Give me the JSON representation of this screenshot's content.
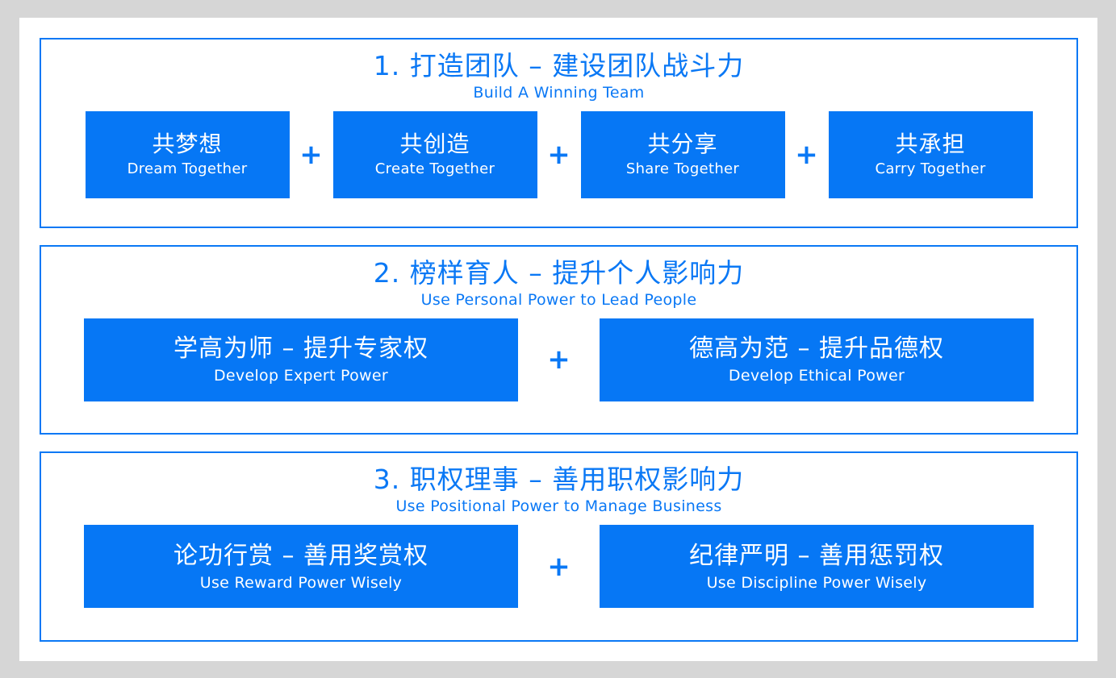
{
  "canvas": {
    "background_color": "#d6d6d6",
    "slide_background_color": "#ffffff",
    "accent_color": "#0a78f5",
    "box_fill_color": "#0677f5",
    "box_text_color": "#ffffff"
  },
  "sections": [
    {
      "title_cn": "1. 打造团队 – 建设团队战斗力",
      "title_en": "Build A Winning Team",
      "layout": "four",
      "items": [
        {
          "cn": "共梦想",
          "en": "Dream Together"
        },
        {
          "cn": "共创造",
          "en": "Create Together"
        },
        {
          "cn": "共分享",
          "en": "Share Together"
        },
        {
          "cn": "共承担",
          "en": "Carry Together"
        }
      ],
      "separators": [
        "+",
        "+",
        "+"
      ]
    },
    {
      "title_cn": "2. 榜样育人 – 提升个人影响力",
      "title_en": "Use Personal Power to Lead People",
      "layout": "two",
      "items": [
        {
          "cn": "学高为师 – 提升专家权",
          "en": "Develop Expert Power"
        },
        {
          "cn": "德高为范 – 提升品德权",
          "en": "Develop Ethical Power"
        }
      ],
      "separators": [
        "+"
      ]
    },
    {
      "title_cn": "3. 职权理事 – 善用职权影响力",
      "title_en": "Use Positional Power to Manage Business",
      "layout": "two",
      "items": [
        {
          "cn": "论功行赏 – 善用奖赏权",
          "en": "Use Reward Power Wisely"
        },
        {
          "cn": "纪律严明 – 善用惩罚权",
          "en": "Use Discipline Power Wisely"
        }
      ],
      "separators": [
        "+"
      ]
    }
  ]
}
